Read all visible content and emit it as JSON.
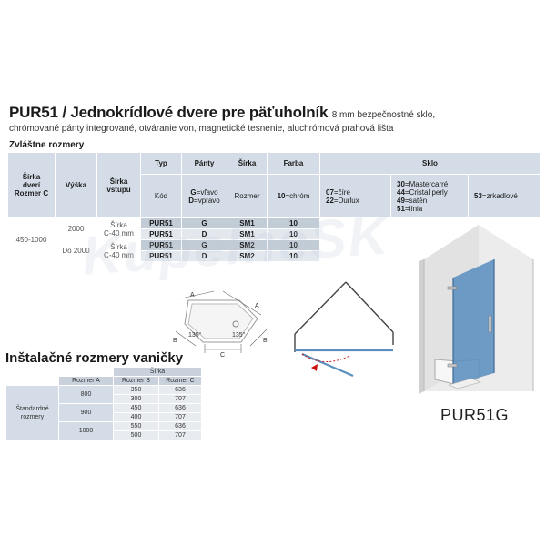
{
  "header": {
    "title": "PUR51 / Jednokrídlové dvere pre päťuholník",
    "desc_line1": "8 mm bezpečnostné sklo,",
    "desc_line2": "chrómované pánty integrované, otváranie von, magnetické tesnenie, aluchrómová prahová lišta"
  },
  "section_label": "Zvláštne rozmery",
  "spec_table": {
    "left_headers": {
      "sirka_dveri": [
        "Šírka",
        "dverí",
        "Rozmer C"
      ],
      "vyska": "Výška",
      "sirka_vstupu": [
        "Šírka",
        "vstupu"
      ]
    },
    "col_headers": {
      "typ": "Typ",
      "panty": "Pánty",
      "sirka": "Šírka",
      "farba": "Farba",
      "sklo": "Sklo"
    },
    "sub_headers": {
      "kod": "Kód",
      "panty_l_key": "G",
      "panty_l_val": "=vľavo",
      "panty_r_key": "D",
      "panty_r_val": "=vpravo",
      "rozmer": "Rozmer",
      "farba_key": "10",
      "farba_val": "=chróm",
      "sklo1_k1": "07",
      "sklo1_v1": "=číre",
      "sklo1_k2": "22",
      "sklo1_v2": "=Durlux",
      "sklo2_k1": "30",
      "sklo2_v1": "=Mastercarré",
      "sklo2_k2": "44",
      "sklo2_v2": "=Cristal perly",
      "sklo2_k3": "49",
      "sklo2_v3": "=satén",
      "sklo2_k4": "51",
      "sklo2_v4": "=línia",
      "sklo3_k1": "53",
      "sklo3_v1": "=zrkadlové"
    },
    "range": "450-1000",
    "height_1": "2000",
    "height_2": "Do 2000",
    "width_1": [
      "Šírka",
      "C-40 mm"
    ],
    "width_2": [
      "Šírka",
      "C-40 mm"
    ],
    "rows": [
      {
        "typ": "PUR51",
        "panty": "G",
        "sirka": "SM1",
        "farba": "10"
      },
      {
        "typ": "PUR51",
        "panty": "D",
        "sirka": "SM1",
        "farba": "10"
      },
      {
        "typ": "PUR51",
        "panty": "G",
        "sirka": "SM2",
        "farba": "10"
      },
      {
        "typ": "PUR51",
        "panty": "D",
        "sirka": "SM2",
        "farba": "10"
      }
    ]
  },
  "diagram_labels": {
    "a_left": "A",
    "a_right": "A",
    "b_left": "B",
    "b_right": "B",
    "c": "C",
    "angle_left": "135°",
    "angle_right": "135°"
  },
  "watermark": "KupelneSK",
  "install": {
    "title": "Inštalačné rozmery vaničky",
    "sirka_header": "Šírka",
    "col_a": "Rozmer A",
    "col_b": "Rozmer B",
    "col_c": "Rozmer C",
    "row_label": "Štandardné rozmery",
    "groups": [
      {
        "a": "800",
        "rows": [
          {
            "b": "350",
            "c": "636"
          },
          {
            "b": "300",
            "c": "707"
          }
        ]
      },
      {
        "a": "900",
        "rows": [
          {
            "b": "450",
            "c": "636"
          },
          {
            "b": "400",
            "c": "707"
          }
        ]
      },
      {
        "a": "1000",
        "rows": [
          {
            "b": "550",
            "c": "636"
          },
          {
            "b": "500",
            "c": "707"
          }
        ]
      }
    ]
  },
  "model_name": "PUR51G",
  "colors": {
    "header_blue": "#d4dde7",
    "row_dark": "#c2ccd6",
    "row_light": "#e3e8ee",
    "glass_blue": "#5b8fbf"
  }
}
